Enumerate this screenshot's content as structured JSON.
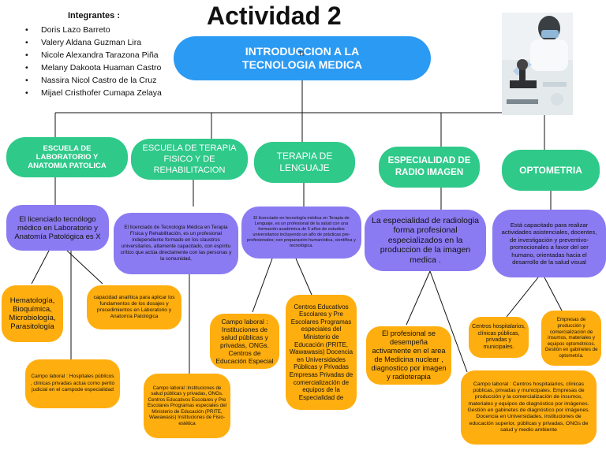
{
  "title": "Actividad 2",
  "members_heading": "Integrantes :",
  "members": [
    "Doris Lazo Barreto",
    "Valery Aldana Guzman Lira",
    "Nicole Alexandra Tarazona Piña",
    "Melany Dakoota Huaman Castro",
    "Nassira Nicol Castro de la Cruz",
    "Mijael Cristhofer Cumapa Zelaya"
  ],
  "bullet": "•",
  "root": "INTRODUCCION A LA TECNOLOGIA MEDICA",
  "root_mark": "TI",
  "branches": [
    {
      "label": "ESCUELA DE LABORATORIO Y ANATOMIA PATOLICA"
    },
    {
      "label": "ESCUELA DE TERAPIA FISICO Y DE REHABILITACION"
    },
    {
      "label": "TERAPIA DE LENGUAJE"
    },
    {
      "label": "ESPECIALIDAD DE RADIO IMAGEN"
    },
    {
      "label": "OPTOMETRIA"
    }
  ],
  "descriptions": [
    "El licenciado tecnólogo médico en Laboratorio y Anatomía Patológica es X",
    "El licenciado de Tecnología Médica en Terapia Física y Rehabilitación, es un profesional independiente formado en los claustros universitarios, altamente capacitado, con espíritu crítico que actúa directamente con las personas y la comunidad,",
    "El licenciado en tecnología médica en Terapia de Lenguaje, es un profesional de la salud con una formación académica de 5 años de estudios universitarios incluyendo un año de prácticas pre-profesionales; con preparación humanística, científica y tecnológica.",
    "La especialidad de radiologia forma profesional especializados en la produccion de la imagen medica .",
    "Está capacitado para realizar actividades asistenciales, docentes, de investigación y preventivo-promocionales a favor del ser humano, orientadas hacia el desarrollo de la salud visual"
  ],
  "leaves": {
    "lab_1": "Hematología, Bioquímica, Microbiología, Parasitología",
    "lab_2": "capacidad analítica para aplicar los fundamentos de los dosajes y procedimientos en Laboratorio y Anatomía Patológica",
    "lab_3": "Campo laboral : Hospitales públicos , clinicas privadas actua como perito judicial en el campode especialidad",
    "fisico_1": "Campo laboral :Instituciones de salud públicas y privadas, ONGs. Centros Educativos Escolares y Pre Escolares Programas especiales del Ministerio de Educación (PRITE, Wawawasis) Instituciones de Fisio-estética",
    "lenguaje_1": "Campo laboral : Instituciones de salud públicas y privadas, ONGs. Centros de Educación Especial",
    "lenguaje_2": "Centros Educativos Escolares y Pre Escolares Programas especiales del Ministerio de Educación (PRITE, Wawawasis) Docencia en Universidades Públicas y Privadas Empresas Privadas de comercialización de equipos de la Especialidad de",
    "radio_1": "El profesional se desempeña activamente en el area de Medicina nuclear , diagnostico por imagen y radioterapia",
    "radio_2": "Campo laboral : Centros hospitalarios, clínicas públicas, privadas y municipales. Empresas de producción y la comercialización de insumos, materiales y equipos de diagnóstico por imágenes. Gestión en gabinetes de diagnóstico por imágenes. Docencia en Universidades, instituciones de educación superior, públicas y privadas, ONGs de salud y medio ambiente",
    "opto_1": "Centros hospitalarios, clínicas públicas, privadas y municipales.",
    "opto_2": "Empresas de producción y comercialización de insumos, materiales y equipos optométricos. Gestión en gabinetes de optometría."
  },
  "colors": {
    "green": "#2fc98a",
    "blue": "#2b9af3",
    "purple": "#8b7bf2",
    "orange": "#ffae0f"
  },
  "photo_icon": "lab-microscope-photo"
}
